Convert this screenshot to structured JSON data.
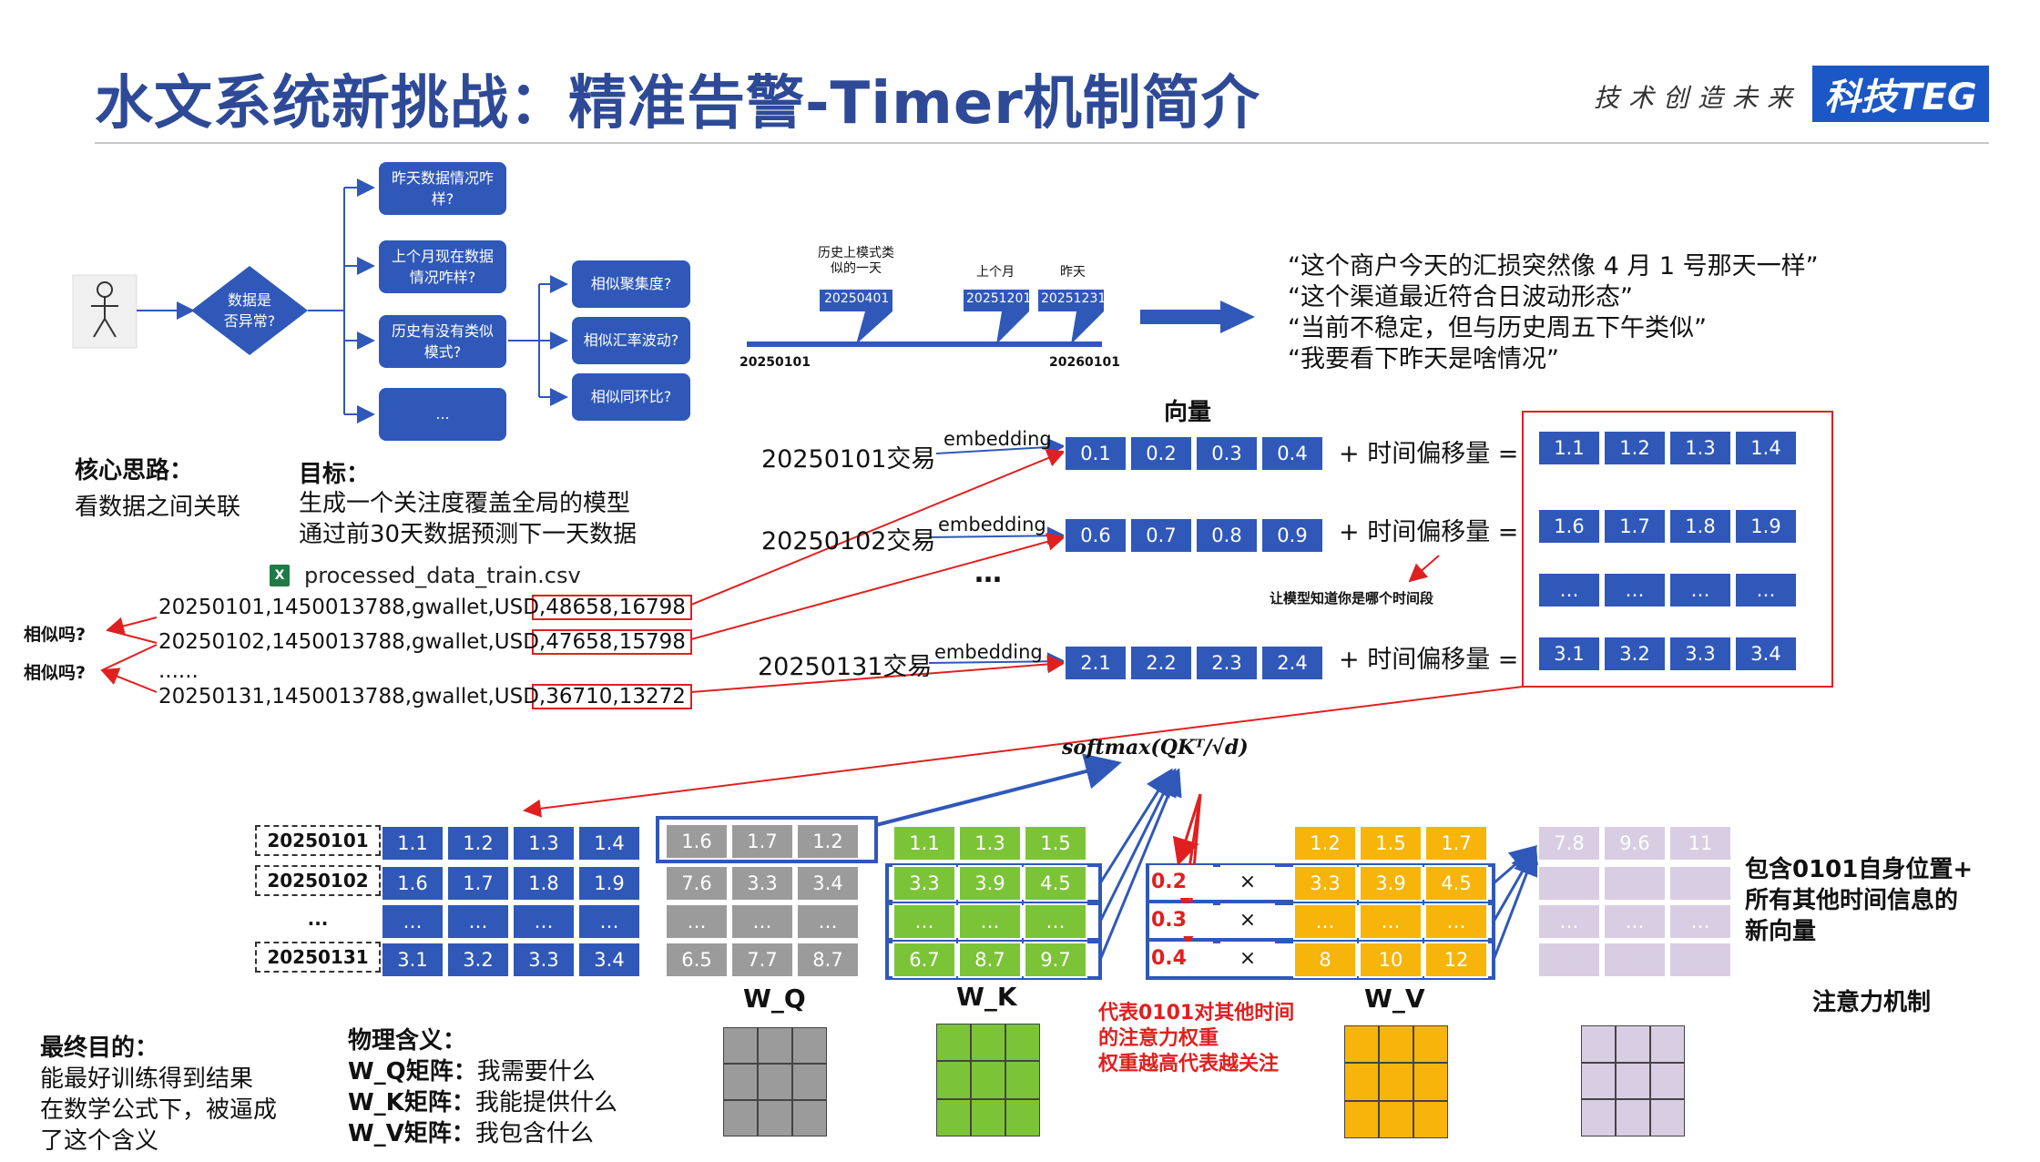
{
  "header": {
    "title": "水文系统新挑战：精准告警-Timer机制简介",
    "slogan": "技术创造未来",
    "badge": "科技TEG"
  },
  "flow": {
    "decision": "数据是\n否异常?",
    "branches": [
      "昨天数据情况咋样?",
      "上个月现在数据情况咋样?",
      "历史有没有类似模式?",
      "..."
    ],
    "sub_branches": [
      "相似聚集度?",
      "相似汇率波动?",
      "相似同环比?"
    ]
  },
  "timeline": {
    "start": "20250101",
    "end": "20260101",
    "callouts": [
      {
        "label": "历史上模式类似的一天",
        "value": "20250401"
      },
      {
        "label": "上个月",
        "value": "20251201"
      },
      {
        "label": "昨天",
        "value": "20251231"
      }
    ]
  },
  "quotes": [
    "“这个商户今天的汇损突然像 4 月 1 号那天一样”",
    "“这个渠道最近符合日波动形态”",
    "“当前不稳定，但与历史周五下午类似”",
    "“我要看下昨天是啥情况”"
  ],
  "core": {
    "heading": "核心思路：",
    "text": "看数据之间关联"
  },
  "goal": {
    "heading": "目标：",
    "lines": [
      "生成一个关注度覆盖全局的模型",
      "通过前30天数据预测下一天数据"
    ]
  },
  "csv": {
    "filename": "processed_data_train.csv",
    "rows": [
      {
        "prefix": "20250101,1450013788,gwallet,USD,",
        "value": "48658,16798"
      },
      {
        "prefix": "20250102,1450013788,gwallet,USD,",
        "value": "47658,15798"
      },
      {
        "prefix": "......",
        "value": ""
      },
      {
        "prefix": "20250131,1450013788,gwallet,USD,",
        "value": "36710,13272"
      }
    ],
    "similar_label": "相似吗?"
  },
  "embedding": {
    "vector_title": "向量",
    "embed_label": "embedding",
    "offset_label": "+ 时间偏移量 =",
    "offset_note": "让模型知道你是哪个时间段",
    "rows": [
      {
        "name": "20250101交易",
        "vec": [
          "0.1",
          "0.2",
          "0.3",
          "0.4"
        ],
        "out": [
          "1.1",
          "1.2",
          "1.3",
          "1.4"
        ]
      },
      {
        "name": "20250102交易",
        "vec": [
          "0.6",
          "0.7",
          "0.8",
          "0.9"
        ],
        "out": [
          "1.6",
          "1.7",
          "1.8",
          "1.9"
        ]
      },
      {
        "name": "20250131交易",
        "vec": [
          "2.1",
          "2.2",
          "2.3",
          "2.4"
        ],
        "out": [
          "3.1",
          "3.2",
          "3.3",
          "3.4"
        ]
      }
    ],
    "ellipsis": "…",
    "dots_row": [
      "…",
      "…",
      "…",
      "…"
    ]
  },
  "attention": {
    "formula": "softmax(QKᵀ/√d)",
    "input_labels": [
      "20250101",
      "20250102",
      "...",
      "20250131"
    ],
    "input": [
      [
        "1.1",
        "1.2",
        "1.3",
        "1.4"
      ],
      [
        "1.6",
        "1.7",
        "1.8",
        "1.9"
      ],
      [
        "…",
        "…",
        "…",
        "…"
      ],
      [
        "3.1",
        "3.2",
        "3.3",
        "3.4"
      ]
    ],
    "q": [
      [
        "1.6",
        "1.7",
        "1.2"
      ],
      [
        "7.6",
        "3.3",
        "3.4"
      ],
      [
        "…",
        "…",
        "…"
      ],
      [
        "6.5",
        "7.7",
        "8.7"
      ]
    ],
    "k": [
      [
        "1.1",
        "1.3",
        "1.5"
      ],
      [
        "3.3",
        "3.9",
        "4.5"
      ],
      [
        "…",
        "…",
        "…"
      ],
      [
        "6.7",
        "8.7",
        "9.7"
      ]
    ],
    "weights": [
      "0.2",
      "0.3",
      "0.4"
    ],
    "times": "×",
    "v": [
      [
        "1.2",
        "1.5",
        "1.7"
      ],
      [
        "3.3",
        "3.9",
        "4.5"
      ],
      [
        "…",
        "…",
        "…"
      ],
      [
        "8",
        "10",
        "12"
      ]
    ],
    "out": [
      [
        "7.8",
        "9.6",
        "11"
      ],
      [
        "",
        "",
        ""
      ],
      [
        "…",
        "…",
        "…"
      ],
      [
        "",
        "",
        ""
      ]
    ],
    "labels": {
      "wq": "W_Q",
      "wk": "W_K",
      "wv": "W_V",
      "mech": "注意力机制"
    },
    "weight_note": [
      "代表0101对其他时间",
      "的注意力权重",
      "权重越高代表越关注"
    ],
    "result_note": [
      "包含0101自身位置+",
      "所有其他时间信息的",
      "新向量"
    ]
  },
  "final": {
    "heading": "最终目的：",
    "lines": [
      "能最好训练得到结果",
      "在数学公式下，被逼成",
      "了这个含义"
    ]
  },
  "physics": {
    "heading": "物理含义：",
    "lines": [
      {
        "k": "W_Q矩阵：",
        "v": "我需要什么"
      },
      {
        "k": "W_K矩阵：",
        "v": "我能提供什么"
      },
      {
        "k": "W_V矩阵：",
        "v": "我包含什么"
      }
    ]
  },
  "colors": {
    "title": "#2e4a97",
    "blue": "#2f58b9",
    "red": "#e02020",
    "green": "#7cc437",
    "orange": "#f7b40a",
    "gray": "#9b9b9b",
    "lilac": "#d9cde3"
  }
}
